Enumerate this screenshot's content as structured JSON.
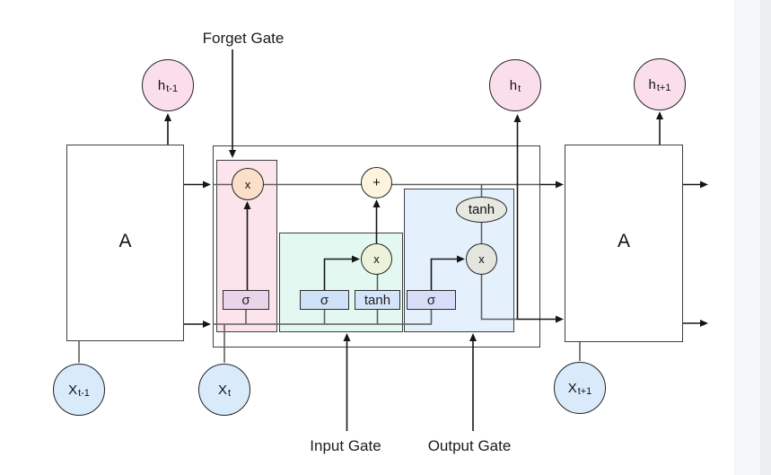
{
  "labels": {
    "forget_gate": "Forget Gate",
    "input_gate": "Input Gate",
    "output_gate": "Output Gate"
  },
  "cells": {
    "left": "A",
    "right": "A"
  },
  "hidden_states": [
    {
      "base": "h",
      "sub": "t-1"
    },
    {
      "base": "h",
      "sub": "t"
    },
    {
      "base": "h",
      "sub": "t+1"
    }
  ],
  "inputs": [
    {
      "base": "X",
      "sub": "t-1"
    },
    {
      "base": "X",
      "sub": "t"
    },
    {
      "base": "X",
      "sub": "t+1"
    }
  ],
  "gates": {
    "forget": {
      "sigma": "σ",
      "mult": "x"
    },
    "input": {
      "sigma": "σ",
      "tanh": "tanh",
      "mult": "x"
    },
    "output": {
      "sigma": "σ",
      "tanh": "tanh",
      "mult": "x"
    },
    "add": "+"
  },
  "colors": {
    "forget_region": "#fce4ec",
    "input_region": "#e2f8f1",
    "output_region": "#e4f0fc",
    "forget_sigma_fill": "#e9d4e9",
    "input_sigma_fill": "#cfe1f6",
    "input_tanh_fill": "#d5e5f9",
    "output_sigma_fill": "#d7dcf7",
    "forget_mult_fill": "#fcdfc9",
    "add_fill": "#fdf4dd",
    "input_mult_fill": "#edf2da",
    "output_tanh_fill": "#e7e8e0",
    "output_mult_fill": "#e4e5df",
    "hidden_state_fill": "#fbdeec",
    "input_node_fill": "#d9eafb",
    "line": "#5f5f5f",
    "arrow": "#161616"
  }
}
